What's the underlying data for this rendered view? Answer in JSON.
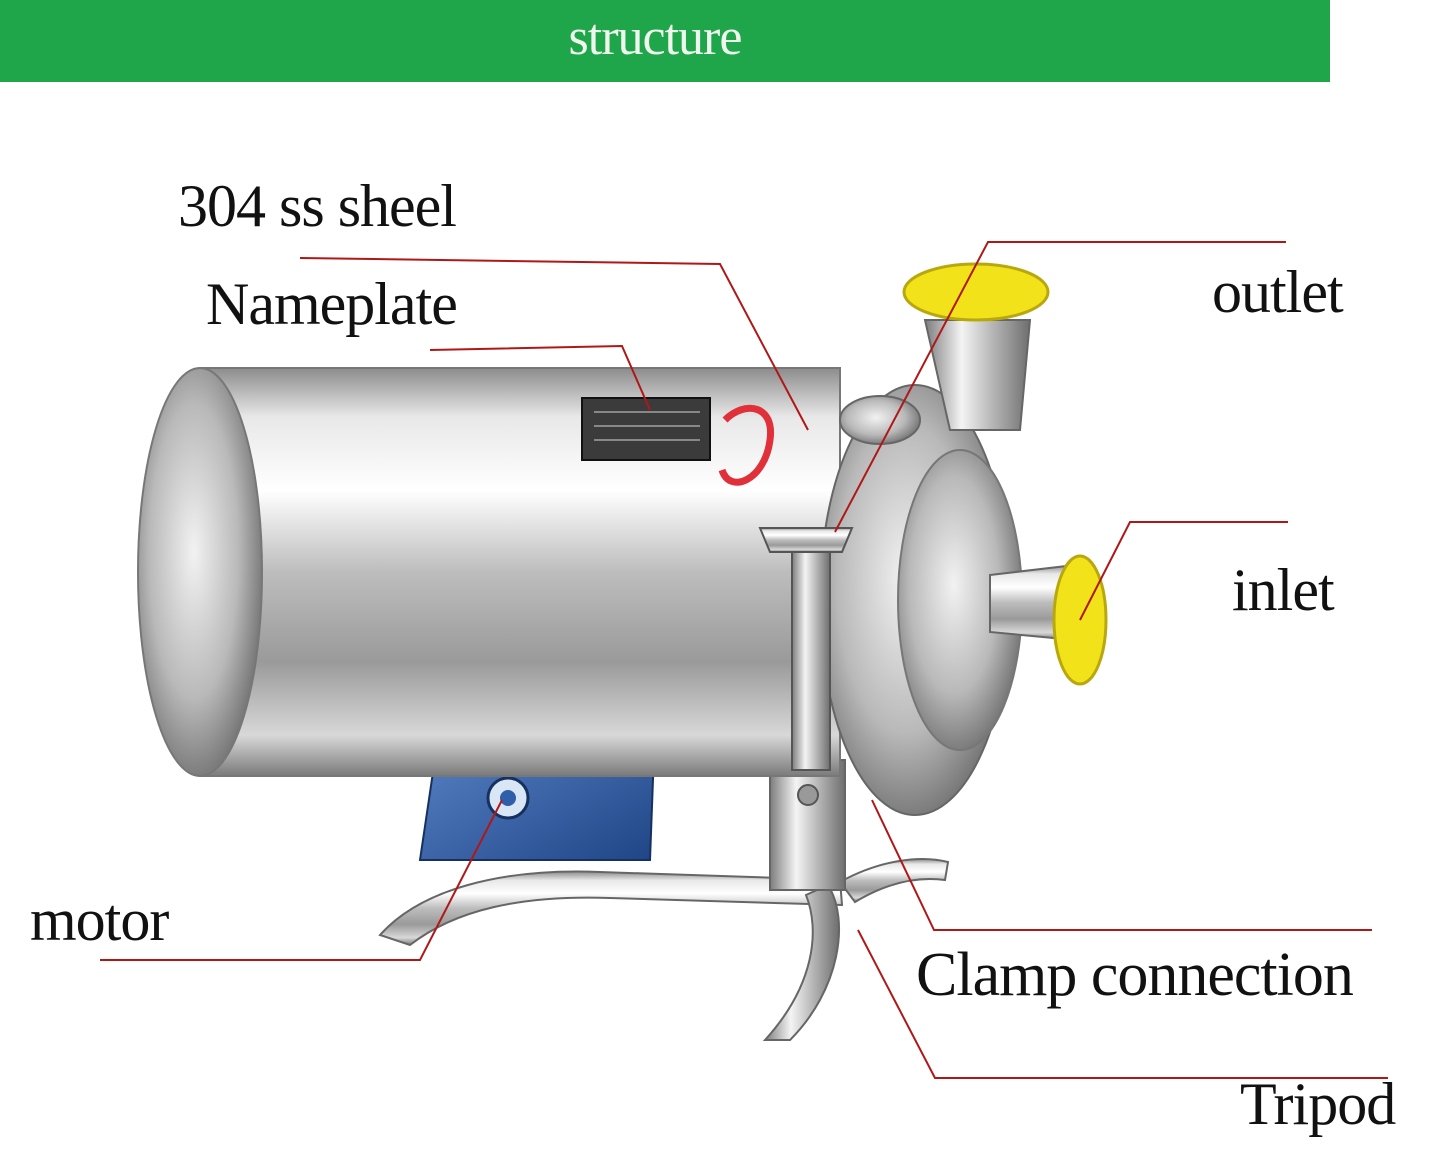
{
  "header": {
    "title": "structure"
  },
  "labels": {
    "shell": "304 ss sheel",
    "nameplate": "Nameplate",
    "outlet": "outlet",
    "inlet": "inlet",
    "motor": "motor",
    "clamp": "Clamp connection",
    "tripod": "Tripod"
  },
  "colors": {
    "banner": "#1fa64a",
    "leader_line": "#b01818",
    "caps": "#f2e21a",
    "motor_base": "#2f5fa8"
  }
}
